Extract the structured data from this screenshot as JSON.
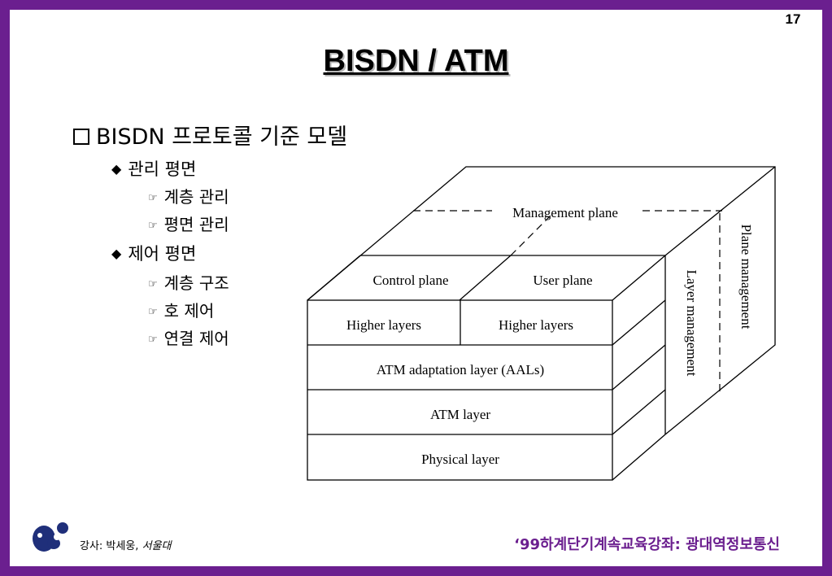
{
  "page_number": "17",
  "title": "BISDN / ATM",
  "bullets": {
    "main": "BISDN 프로토콜 기준 모델",
    "sub1": "관리 평면",
    "sub1_items": [
      "계층 관리",
      "평면 관리"
    ],
    "sub2": "제어 평면",
    "sub2_items": [
      "계층 구조",
      "호 제어",
      "연결 제어"
    ]
  },
  "diagram": {
    "management_plane": "Management plane",
    "control_plane": "Control plane",
    "user_plane": "User plane",
    "higher_layers_left": "Higher layers",
    "higher_layers_right": "Higher layers",
    "aal": "ATM adaptation layer (AALs)",
    "atm_layer": "ATM layer",
    "physical_layer": "Physical layer",
    "layer_management": "Layer management",
    "plane_management": "Plane management"
  },
  "footer": {
    "lecturer": "강사: 박세웅,",
    "school": "서울대",
    "course": "‘99하계단기계속교육강좌: 광대역정보통신"
  },
  "colors": {
    "frame": "#6b1f8f",
    "footer_text": "#6b1f8f",
    "logo": "#1f2f7a"
  }
}
